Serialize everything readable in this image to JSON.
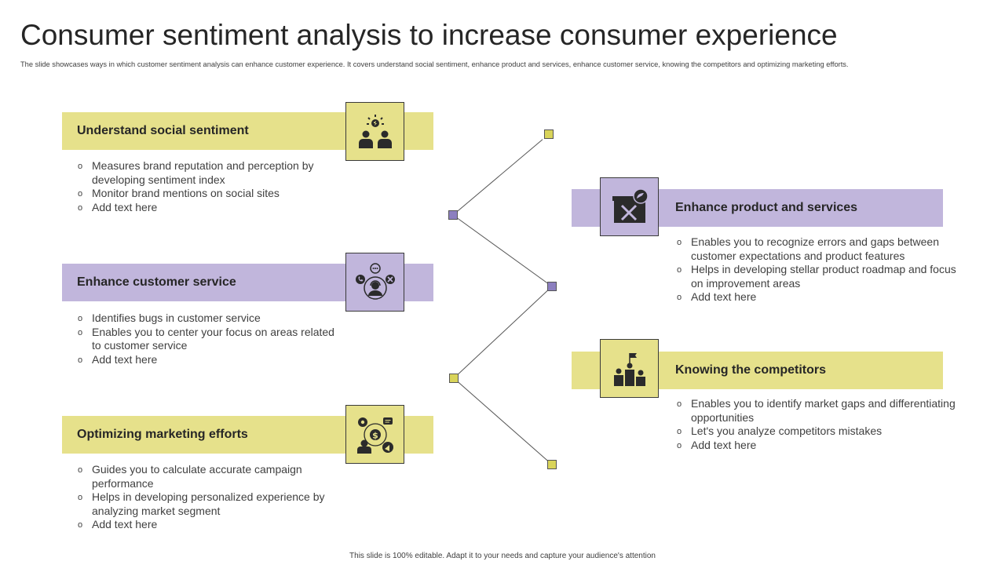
{
  "title": "Consumer sentiment analysis to increase consumer experience",
  "subtitle": "The slide showcases ways in which customer sentiment analysis can enhance customer experience. It covers understand social sentiment, enhance product and services, enhance customer service, knowing the competitors and optimizing marketing efforts.",
  "footer": "This slide is 100% editable. Adapt it to your needs and capture your audience's attention",
  "colors": {
    "yellow": "#e6e18b",
    "purple": "#c1b6dc",
    "line": "#555555"
  },
  "sections": {
    "social": {
      "title": "Understand social sentiment",
      "icon": "people-idea-icon",
      "points": [
        "Measures brand reputation and perception by developing sentiment index",
        "Monitor brand mentions on social sites",
        "Add text here"
      ]
    },
    "service": {
      "title": "Enhance customer service",
      "icon": "customer-support-icon",
      "points": [
        "Identifies bugs in customer service",
        "Enables you to center your focus on areas related to customer service",
        "Add text here"
      ]
    },
    "marketing": {
      "title": "Optimizing marketing efforts",
      "icon": "marketing-strategy-icon",
      "points": [
        "Guides you to calculate accurate campaign performance",
        "Helps in developing personalized experience by analyzing market segment",
        "Add text here"
      ]
    },
    "product": {
      "title": "Enhance product and services",
      "icon": "toolbox-icon",
      "points": [
        "Enables you to recognize errors and gaps between customer expectations and product features",
        "Helps in developing stellar product roadmap and focus on improvement areas",
        "Add text here"
      ]
    },
    "competitors": {
      "title": "Knowing the competitors",
      "icon": "podium-flag-icon",
      "points": [
        "Enables you to identify market gaps and differentiating opportunities",
        "Let's you analyze competitors mistakes",
        "Add text here"
      ]
    }
  }
}
